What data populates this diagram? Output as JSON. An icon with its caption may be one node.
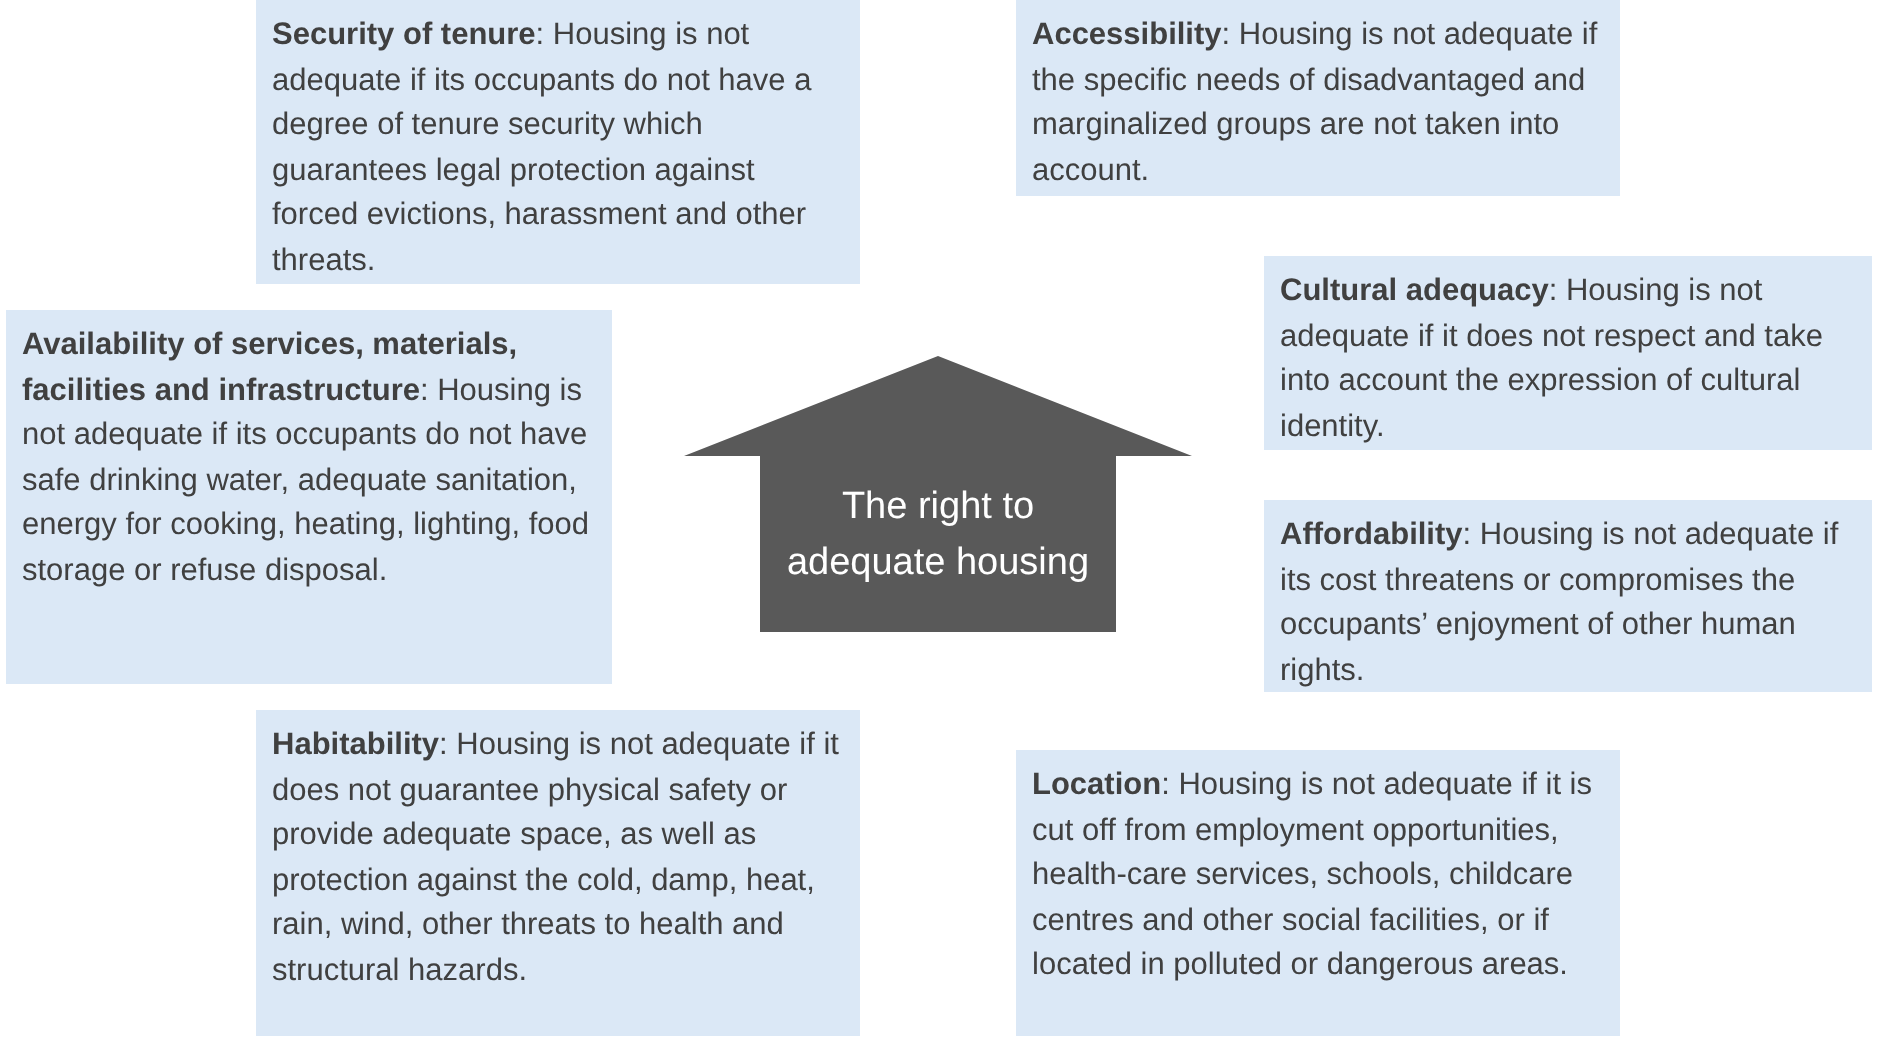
{
  "diagram": {
    "nodes": [
      {
        "text": [
          "**Security of tenure**: Housing is not adequate if its occupants do not have a degree of tenure security which guarantees legal protection against forced evictions, harassment and other threats."
        ]
      },
      {
        "text": [
          "**Accessibility**: Housing is not adequate if the specific needs of disadvantaged and marginalized groups are not taken into account."
        ]
      },
      {
        "text": [
          "**Cultural adequacy**: Housing is not adequate if it does not respect and take into account the expression of cultural identity."
        ]
      },
      {
        "text": [
          "**Availability of services, materials, facilities and infrastructure**: Housing is not adequate if its occupants do not have safe drinking water, adequate sanitation, energy for cooking, heating, lighting, food storage or refuse disposal."
        ]
      },
      {
        "text": [
          "The right to adequate housing"
        ]
      },
      {
        "text": [
          "**Affordability**: Housing is not adequate if its cost threatens or compromises the occupants’ enjoyment of other human rights."
        ]
      },
      {
        "text": [
          "**Habitability**: Housing is not adequate if it does not guarantee physical safety or provide adequate space, as well as protection against the cold, damp, heat, rain, wind, other threats to health and structural hazards."
        ]
      },
      {
        "text": [
          "**Location**: Housing is not adequate if it is cut off from employment opportunities, health-care services, schools, childcare centres and other social facilities, or if located in polluted or dangerous areas."
        ]
      }
    ]
  }
}
